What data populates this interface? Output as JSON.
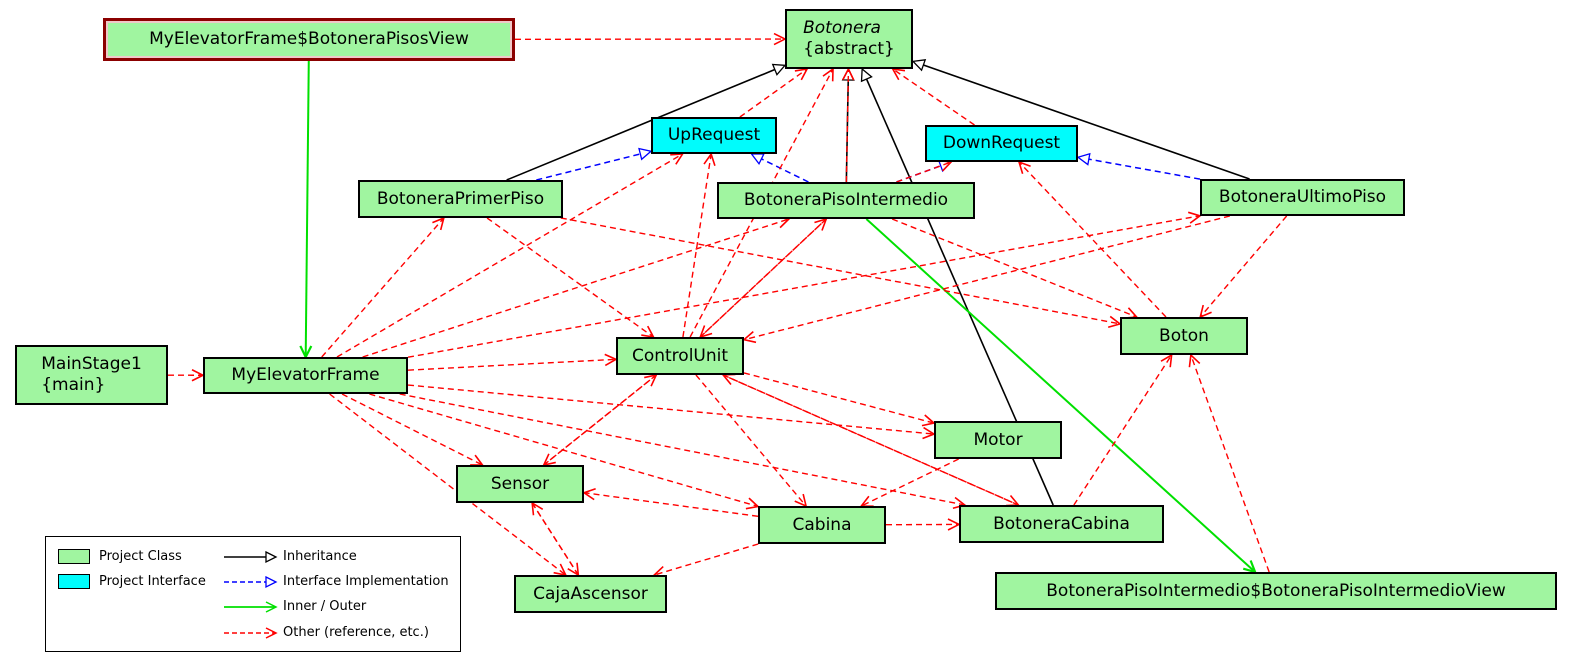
{
  "colors": {
    "class_fill": "#a0f5a0",
    "interface_fill": "#00fcfc",
    "inheritance": "#000000",
    "implementation": "#0000ff",
    "inner_outer": "#00e000",
    "other": "#ff0000"
  },
  "nodes": {
    "view": "MyElevatorFrame$BotoneraPisosView",
    "botonera": {
      "name": "Botonera",
      "stereotype": "{abstract}"
    },
    "up": "UpRequest",
    "down": "DownRequest",
    "primer": "BotoneraPrimerPiso",
    "intermedio": "BotoneraPisoIntermedio",
    "ultimo": "BotoneraUltimoPiso",
    "main": {
      "name": "MainStage1",
      "stereotype": "{main}"
    },
    "frame": "MyElevatorFrame",
    "control": "ControlUnit",
    "boton": "Boton",
    "motor": "Motor",
    "sensor": "Sensor",
    "cabina": "Cabina",
    "bcabina": "BotoneraCabina",
    "caja": "CajaAscensor",
    "intview": "BotoneraPisoIntermedio$BotoneraPisoIntermedioView"
  },
  "edges": [
    {
      "from": "primer",
      "to": "botonera",
      "kind": "inheritance"
    },
    {
      "from": "intermedio",
      "to": "botonera",
      "kind": "inheritance"
    },
    {
      "from": "ultimo",
      "to": "botonera",
      "kind": "inheritance"
    },
    {
      "from": "bcabina",
      "to": "botonera",
      "kind": "inheritance"
    },
    {
      "from": "primer",
      "to": "up",
      "kind": "implementation"
    },
    {
      "from": "intermedio",
      "to": "up",
      "kind": "implementation"
    },
    {
      "from": "intermedio",
      "to": "down",
      "kind": "implementation"
    },
    {
      "from": "ultimo",
      "to": "down",
      "kind": "implementation"
    },
    {
      "from": "view",
      "to": "frame",
      "kind": "inner_outer"
    },
    {
      "from": "intermedio",
      "to": "intview",
      "kind": "inner_outer"
    },
    {
      "from": "view",
      "to": "botonera",
      "kind": "other"
    },
    {
      "from": "up",
      "to": "botonera",
      "kind": "other"
    },
    {
      "from": "intermedio",
      "to": "botonera",
      "kind": "other"
    },
    {
      "from": "down",
      "to": "botonera",
      "kind": "other"
    },
    {
      "from": "main",
      "to": "frame",
      "kind": "other"
    },
    {
      "from": "frame",
      "to": "primer",
      "kind": "other"
    },
    {
      "from": "frame",
      "to": "up",
      "kind": "other"
    },
    {
      "from": "frame",
      "to": "intermedio",
      "kind": "other"
    },
    {
      "from": "frame",
      "to": "ultimo",
      "kind": "other"
    },
    {
      "from": "frame",
      "to": "control",
      "kind": "other"
    },
    {
      "from": "frame",
      "to": "motor",
      "kind": "other"
    },
    {
      "from": "frame",
      "to": "sensor",
      "kind": "other"
    },
    {
      "from": "frame",
      "to": "cabina",
      "kind": "other"
    },
    {
      "from": "frame",
      "to": "bcabina",
      "kind": "other"
    },
    {
      "from": "frame",
      "to": "caja",
      "kind": "other"
    },
    {
      "from": "primer",
      "to": "control",
      "kind": "other"
    },
    {
      "from": "primer",
      "to": "boton",
      "kind": "other"
    },
    {
      "from": "intermedio",
      "to": "control",
      "kind": "other"
    },
    {
      "from": "intermedio",
      "to": "boton",
      "kind": "other"
    },
    {
      "from": "intermedio",
      "to": "down",
      "kind": "other"
    },
    {
      "from": "ultimo",
      "to": "control",
      "kind": "other"
    },
    {
      "from": "ultimo",
      "to": "boton",
      "kind": "other"
    },
    {
      "from": "control",
      "to": "up",
      "kind": "other"
    },
    {
      "from": "control",
      "to": "botonera",
      "kind": "other"
    },
    {
      "from": "control",
      "to": "intermedio",
      "kind": "other"
    },
    {
      "from": "control",
      "to": "motor",
      "kind": "other"
    },
    {
      "from": "control",
      "to": "sensor",
      "kind": "other"
    },
    {
      "from": "control",
      "to": "cabina",
      "kind": "other"
    },
    {
      "from": "control",
      "to": "bcabina",
      "kind": "other"
    },
    {
      "from": "sensor",
      "to": "control",
      "kind": "other"
    },
    {
      "from": "bcabina",
      "to": "control",
      "kind": "other"
    },
    {
      "from": "boton",
      "to": "down",
      "kind": "other"
    },
    {
      "from": "motor",
      "to": "cabina",
      "kind": "other"
    },
    {
      "from": "cabina",
      "to": "sensor",
      "kind": "other"
    },
    {
      "from": "cabina",
      "to": "bcabina",
      "kind": "other"
    },
    {
      "from": "cabina",
      "to": "caja",
      "kind": "other"
    },
    {
      "from": "sensor",
      "to": "caja",
      "kind": "other"
    },
    {
      "from": "caja",
      "to": "sensor",
      "kind": "other"
    },
    {
      "from": "bcabina",
      "to": "boton",
      "kind": "other"
    },
    {
      "from": "intview",
      "to": "boton",
      "kind": "other"
    }
  ],
  "legend": {
    "class": "Project Class",
    "interface": "Project Interface",
    "inheritance": "Inheritance",
    "implementation": "Interface Implementation",
    "inner_outer": "Inner / Outer",
    "other": "Other (reference, etc.)"
  }
}
